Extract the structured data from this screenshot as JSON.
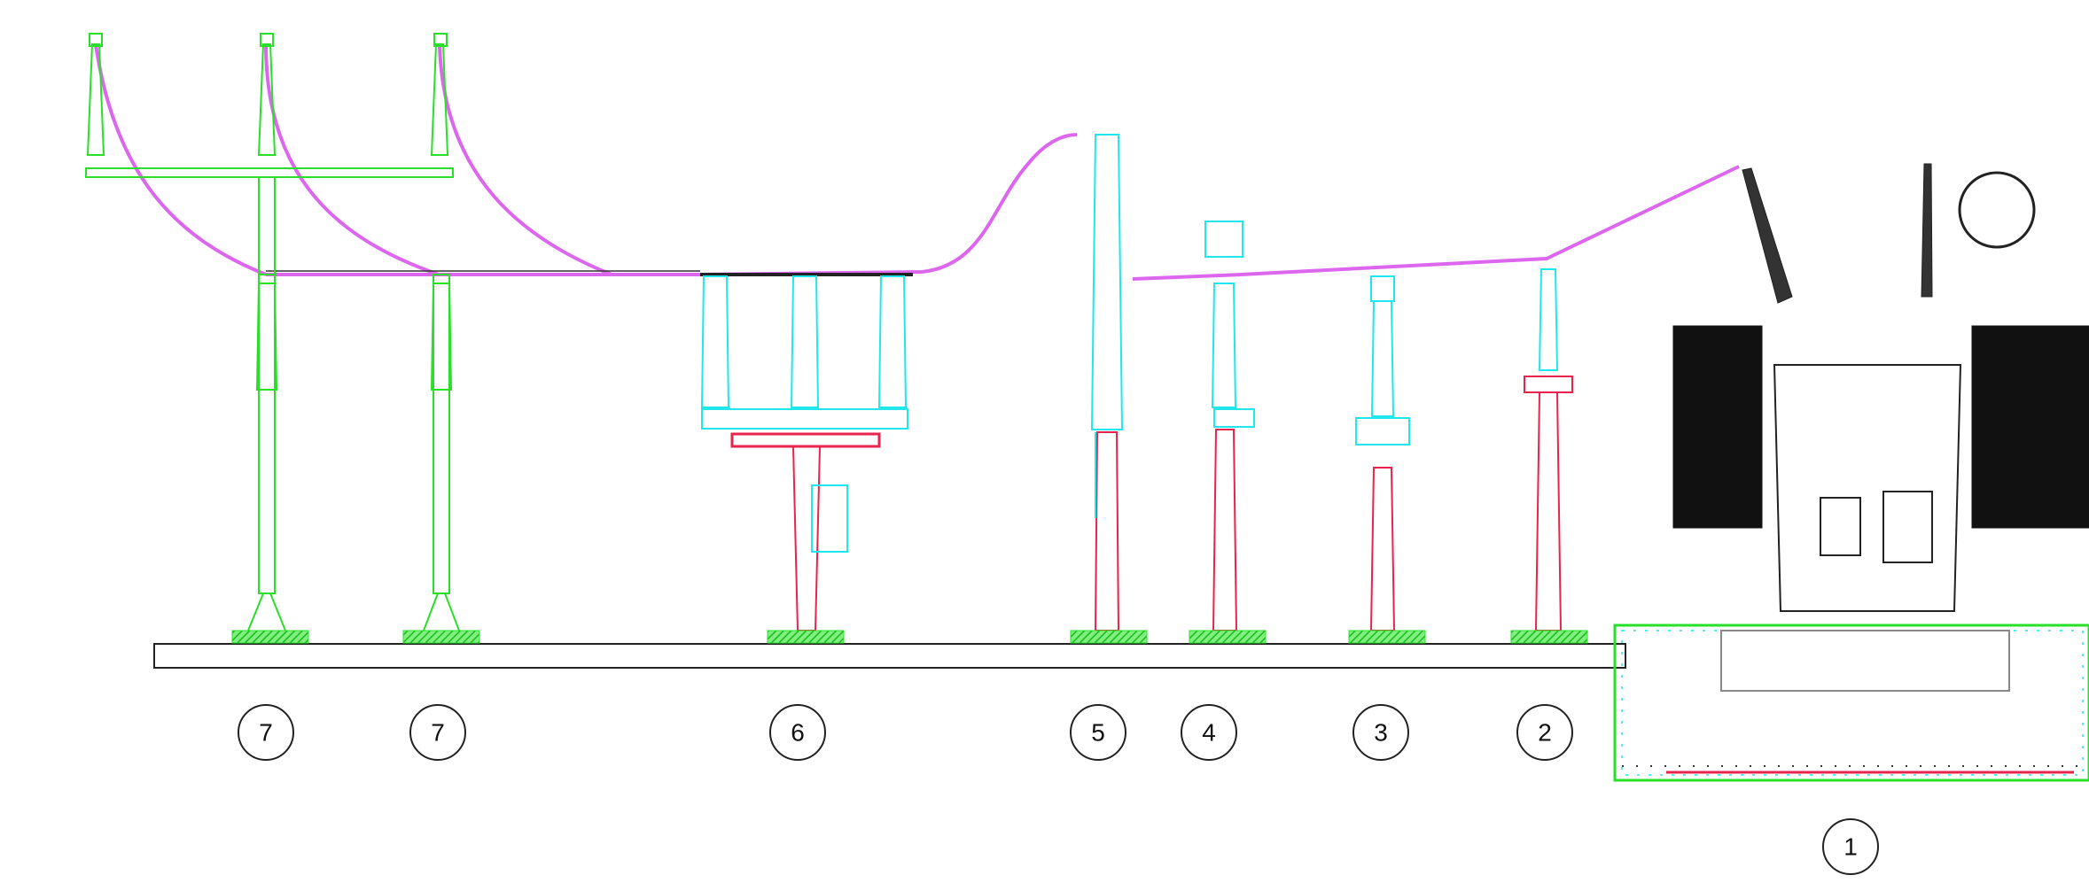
{
  "diagram": {
    "labels": [
      "7",
      "7",
      "6",
      "5",
      "4",
      "3",
      "2",
      "1"
    ]
  },
  "colors": {
    "background": "#ffffff",
    "support_structure": "#28e028",
    "porcelain_insulator": "#20e6ee",
    "steel_pedestal": "#e8244c",
    "conductor": "#dd66ee",
    "outline": "#222222",
    "concrete_hatch": "#39dd39"
  }
}
